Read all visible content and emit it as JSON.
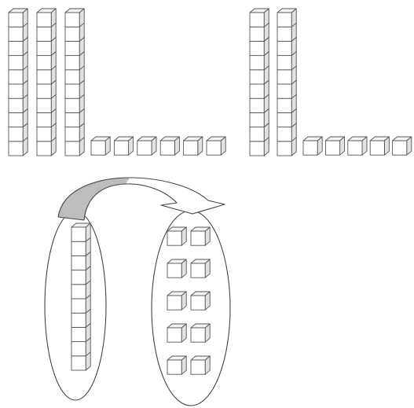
{
  "diagram": {
    "kind": "base-ten-blocks-regrouping",
    "colors": {
      "background": "#ffffff",
      "outline": "#555555",
      "cube_front": "#ffffff",
      "cube_top": "#f3f3f3",
      "cube_side": "#e2e2e2",
      "arrow_fill": "#bdbdbd",
      "arrow_outline": "#444444",
      "ellipse_outline": "#444444"
    },
    "first_number": {
      "tens_rods": 3,
      "ones_cubes": 6
    },
    "second_number": {
      "tens_rods": 2,
      "ones_cubes": 5
    },
    "regrouping": {
      "rod_being_traded": 1,
      "cubes_in_rod": 10,
      "resulting_ones_cubes": 10,
      "arrow_direction": "left-to-right"
    }
  }
}
